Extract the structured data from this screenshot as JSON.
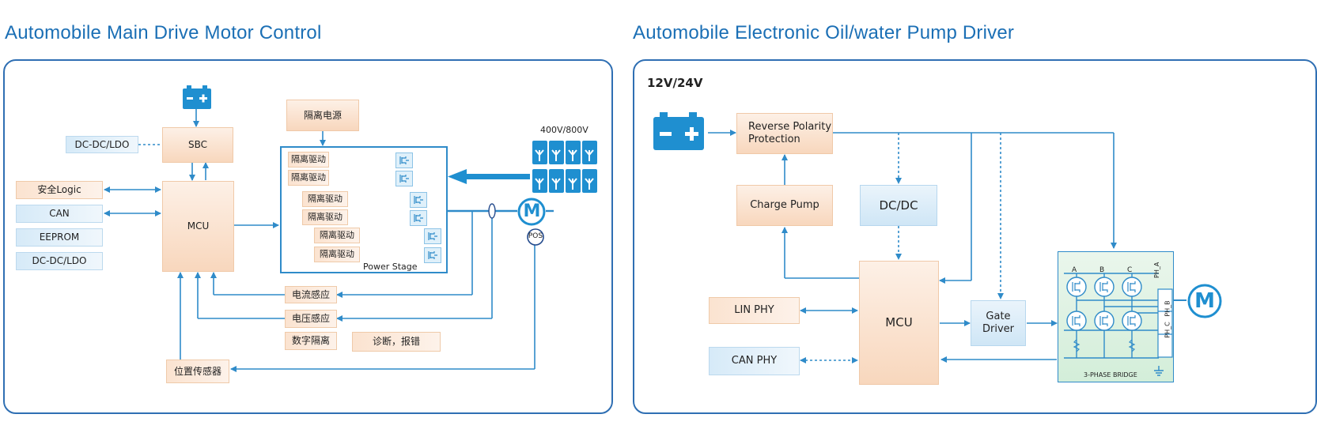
{
  "left": {
    "title": "Automobile Main Drive Motor Control",
    "battery_icon": "battery-icon",
    "sbc": "SBC",
    "dcdc_ldo_top": "DC-DC/LDO",
    "safety_logic": "安全Logic",
    "can": "CAN",
    "eeprom": "EEPROM",
    "dcdc_ldo_bottom": "DC-DC/LDO",
    "mcu": "MCU",
    "iso_power": "隔离电源",
    "iso_drivers": [
      "隔离驱动",
      "隔离驱动",
      "隔离驱动",
      "隔离驱动",
      "隔离驱动",
      "隔离驱动"
    ],
    "power_stage": "Power Stage",
    "battery_pack_label": "400V/800V",
    "motor_letter": "M",
    "pos": "POS",
    "current_sense": "电流感应",
    "voltage_sense": "电压感应",
    "digital_iso": "数字隔离",
    "diag": "诊断，报错",
    "position_sensor": "位置传感器"
  },
  "right": {
    "title": "Automobile Electronic Oil/water Pump Driver",
    "voltage_label": "12V/24V",
    "reverse_polarity": "Reverse Polarity Protection",
    "charge_pump": "Charge Pump",
    "dcdc": "DC/DC",
    "mcu": "MCU",
    "lin_phy": "LIN PHY",
    "can_phy": "CAN PHY",
    "gate_driver": "Gate Driver",
    "phase_labels": [
      "A",
      "B",
      "C"
    ],
    "ph_labels": [
      "PH_A",
      "PH_B",
      "PH_C"
    ],
    "bridge_label": "3-PHASE BRIDGE",
    "motor_letter": "M"
  },
  "colors": {
    "accent": "#1b6fb5",
    "line": "#2f8bc9",
    "panel_border": "#2f6fb3"
  }
}
